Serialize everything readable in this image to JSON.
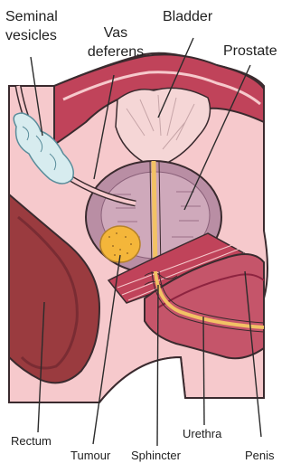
{
  "labels": {
    "seminal_vesicles_line1": "Seminal",
    "seminal_vesicles_line2": "vesicles",
    "vas_deferens_line1": "Vas",
    "vas_deferens_line2": "deferens",
    "bladder": "Bladder",
    "prostate": "Prostate",
    "rectum": "Rectum",
    "tumour": "Tumour",
    "sphincter": "Sphincter",
    "urethra": "Urethra",
    "penis": "Penis"
  },
  "colors": {
    "outline": "#3a2a2e",
    "tissue_pink": "#f6c9cc",
    "tissue_red": "#c0435a",
    "muscle_dark": "#8e2440",
    "rectum": "#9a3b3f",
    "rectum_dark": "#7a2c33",
    "penis": "#c5556a",
    "bladder_fill": "#f5d6d6",
    "prostate": "#b98ea4",
    "prostate_light": "#cfa9bb",
    "urethra_yellow": "#f2c265",
    "tumour": "#f4b63a",
    "seminal_vesicle": "#d7ecef",
    "seminal_vesicle_line": "#5a8d9b",
    "leader": "#2b2b2b"
  }
}
